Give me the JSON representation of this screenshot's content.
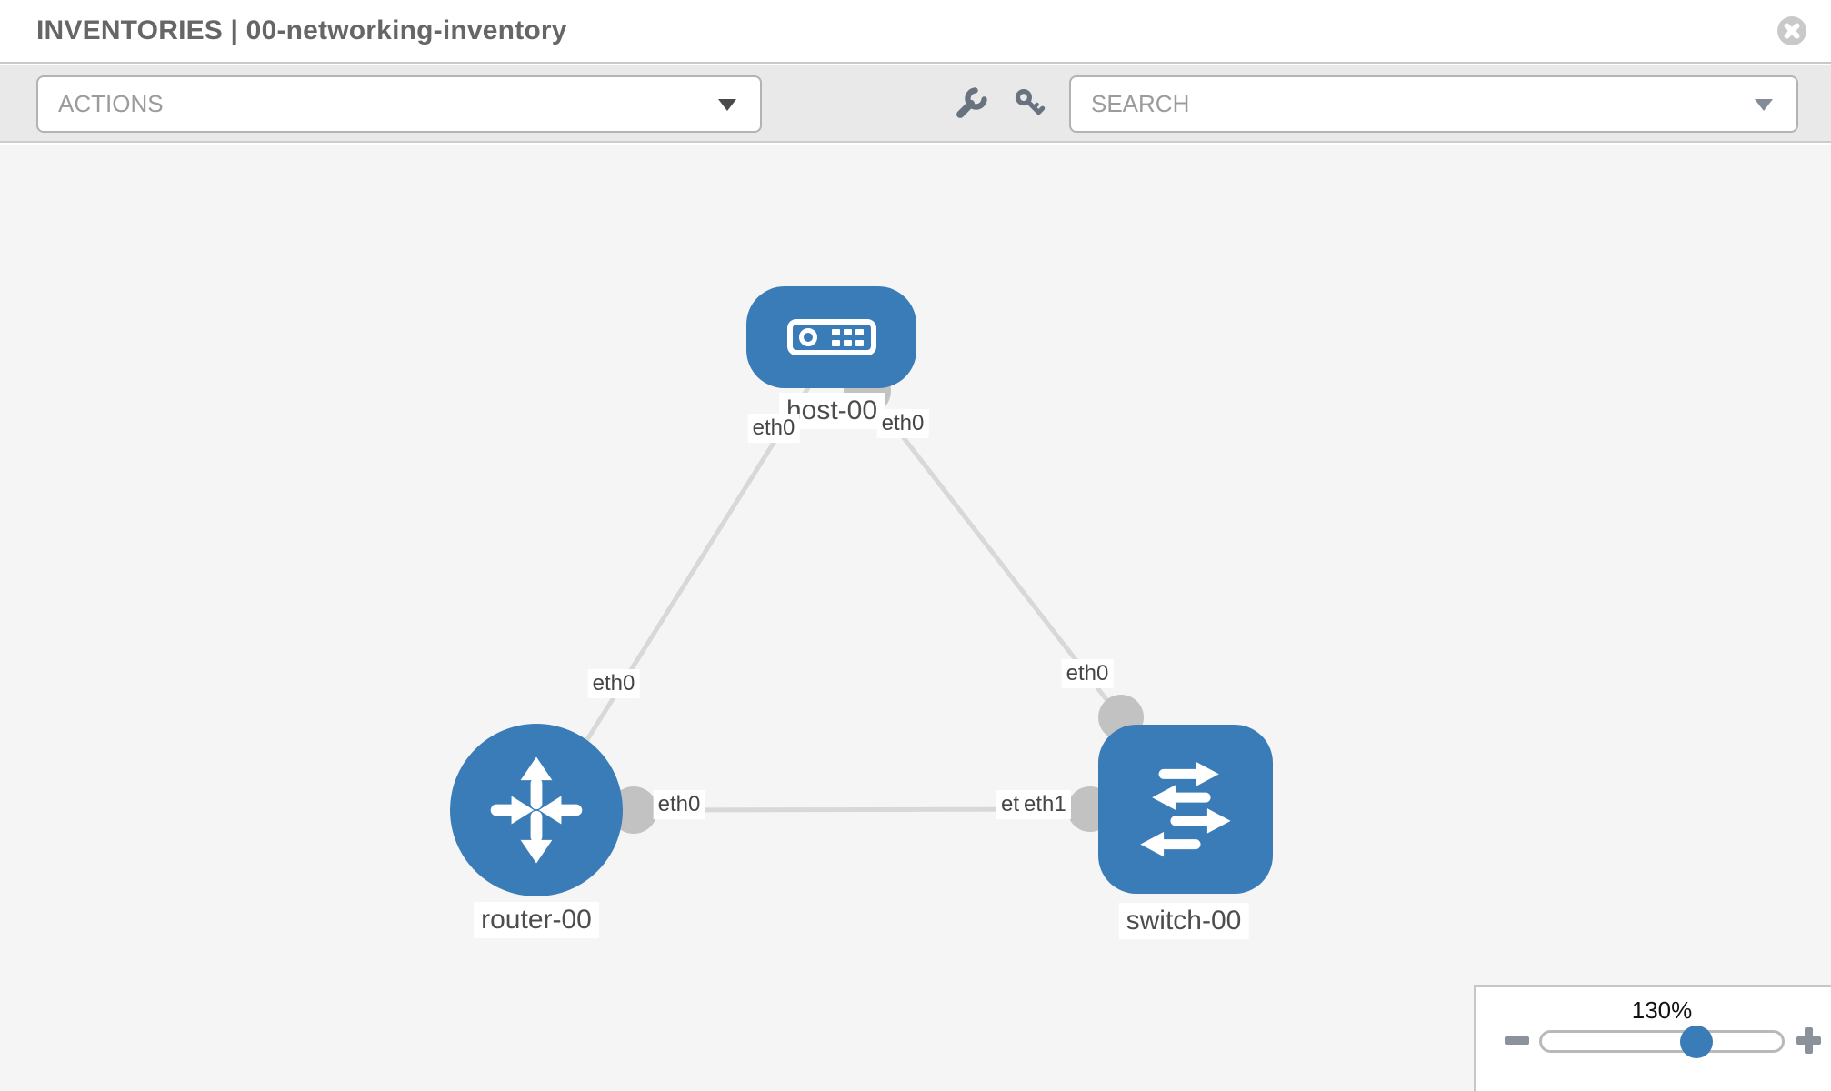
{
  "header": {
    "title": "INVENTORIES | 00-networking-inventory"
  },
  "toolbar": {
    "actions_label": "ACTIONS",
    "search_label": "SEARCH"
  },
  "icons": {
    "close": "circle-x-icon",
    "tools": [
      "wrench-icon",
      "key-icon"
    ],
    "dropdown_caret": "chevron-down-icon",
    "zoom_out": "minus-icon",
    "zoom_in": "plus-icon",
    "node_glyphs": {
      "host-00": "server-icon",
      "router-00": "router-arrows-icon",
      "switch-00": "switch-arrows-icon"
    }
  },
  "topology": {
    "nodes": [
      {
        "id": "host-00",
        "label": "host-00",
        "type": "host",
        "shape": "rounded-rect-blue"
      },
      {
        "id": "router-00",
        "label": "router-00",
        "type": "router",
        "shape": "circle-blue"
      },
      {
        "id": "switch-00",
        "label": "switch-00",
        "type": "switch",
        "shape": "rounded-square-blue"
      }
    ],
    "links": [
      {
        "from": "host-00",
        "from_interface": "eth0",
        "to": "router-00",
        "to_interface": "eth0"
      },
      {
        "from": "host-00",
        "from_interface": "eth0",
        "to": "switch-00",
        "to_interface": "eth0"
      },
      {
        "from": "router-00",
        "from_interface": "eth0",
        "to": "switch-00",
        "to_interface": "eth1",
        "occluded_label": "eth0"
      }
    ]
  },
  "zoom_control": {
    "value": "130%"
  },
  "colors": {
    "node_blue": "#3a7cb8",
    "link_gray": "#d8d8d8",
    "connector_gray": "#c2c2c2",
    "toolbar_bg": "#e9e9e9",
    "canvas_bg": "#f5f5f5",
    "title_gray": "#666666"
  }
}
